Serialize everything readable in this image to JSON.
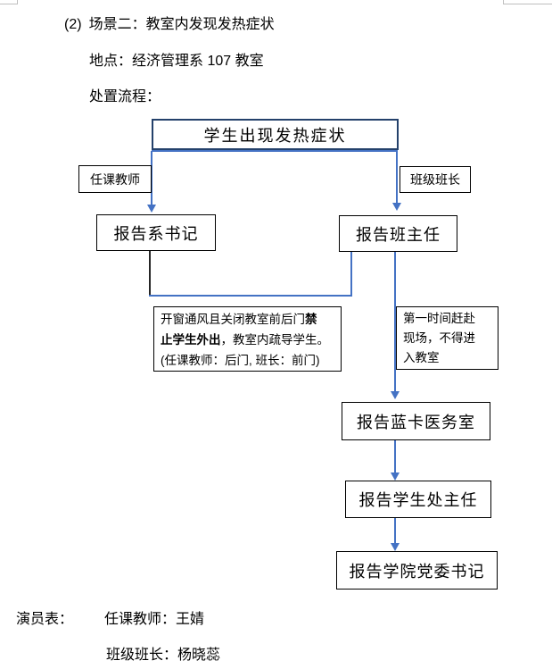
{
  "heading": {
    "prefix": "(2)",
    "title": "场景二：教室内发现发热症状",
    "location": "地点：经济管理系 107 教室",
    "process": "处置流程："
  },
  "flowchart": {
    "start": "学生出现发热症状",
    "teacher_label": "任课教师",
    "monitor_label": "班级班长",
    "dept_secretary": "报告系书记",
    "class_teacher": "报告班主任",
    "note_left": {
      "line1_regular": "开窗通风且关闭教室前后门",
      "line1_bold": "禁",
      "line2_bold": "止学生外出",
      "line2_regular": "，教室内疏导学生。",
      "line3": "(任课教师：后门, 班长：前门)"
    },
    "note_right": {
      "line1": "第一时间赶赴",
      "line2": "现场，不得进",
      "line3": "入教室"
    },
    "medical": "报告蓝卡医务室",
    "student_affairs": "报告学生处主任",
    "party_secretary": "报告学院党委书记"
  },
  "cast": {
    "label": "演员表：",
    "teacher": "任课教师：王婧",
    "monitor": "班级班长：杨晓蕊"
  },
  "colors": {
    "connector": "#4472C4",
    "start_box_border": "#24416B",
    "box_border": "#000000",
    "corner_mark": "#BFBFBF"
  }
}
